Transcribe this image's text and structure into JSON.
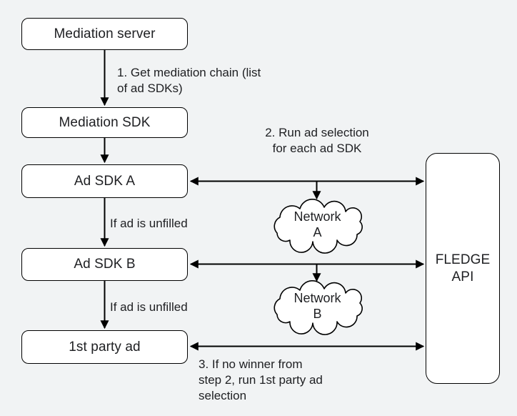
{
  "colors": {
    "background": "#f1f3f4",
    "node_fill": "#ffffff",
    "stroke": "#000000",
    "text": "#202124"
  },
  "nodes": {
    "mediation_server": {
      "label": "Mediation server"
    },
    "mediation_sdk": {
      "label": "Mediation SDK"
    },
    "ad_sdk_a": {
      "label": "Ad SDK A"
    },
    "ad_sdk_b": {
      "label": "Ad SDK B"
    },
    "first_party_ad": {
      "label": "1st party ad"
    },
    "fledge_api": {
      "lines": [
        "FLEDGE",
        "API"
      ]
    },
    "network_a": {
      "lines": [
        "Network",
        "A"
      ]
    },
    "network_b": {
      "lines": [
        "Network",
        "B"
      ]
    }
  },
  "annotations": {
    "step1": {
      "lines": [
        "1. Get mediation chain (list",
        "of ad SDKs)"
      ]
    },
    "step2": {
      "lines": [
        "2. Run ad selection",
        "for each ad SDK"
      ]
    },
    "unfilled_a": {
      "label": "If ad is unfilled"
    },
    "unfilled_b": {
      "label": "If ad is unfilled"
    },
    "step3": {
      "lines": [
        "3. If no winner from",
        "step 2, run 1st party ad",
        "selection"
      ]
    }
  }
}
